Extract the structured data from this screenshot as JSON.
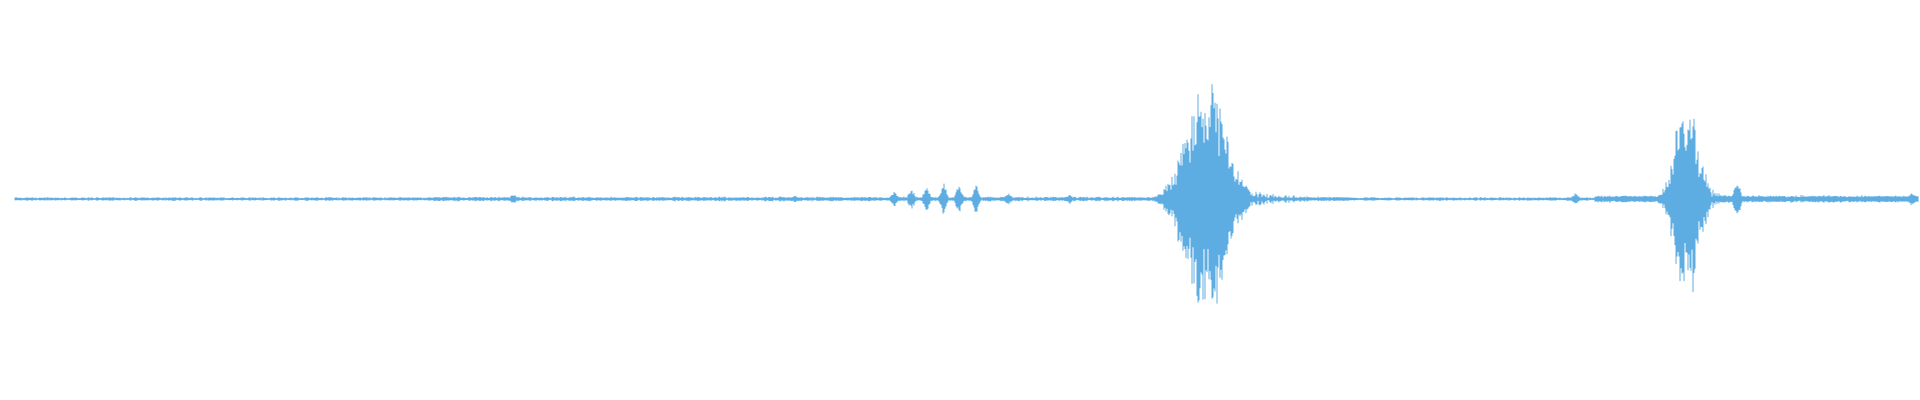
{
  "waveform": {
    "color": "#5DADE2",
    "background": "#FFFFFF",
    "bursts": [
      {
        "name": "burst-1",
        "center_fraction": 0.625,
        "peak_amplitude": 0.7,
        "spread_fraction": 0.02
      },
      {
        "name": "burst-2",
        "center_fraction": 0.878,
        "peak_amplitude": 0.55,
        "spread_fraction": 0.012
      }
    ],
    "minor_peaks": [
      {
        "center_fraction": 0.262,
        "amplitude": 0.03
      },
      {
        "center_fraction": 0.41,
        "amplitude": 0.02
      },
      {
        "center_fraction": 0.462,
        "amplitude": 0.05
      },
      {
        "center_fraction": 0.471,
        "amplitude": 0.07
      },
      {
        "center_fraction": 0.479,
        "amplitude": 0.08
      },
      {
        "center_fraction": 0.488,
        "amplitude": 0.09
      },
      {
        "center_fraction": 0.496,
        "amplitude": 0.09
      },
      {
        "center_fraction": 0.505,
        "amplitude": 0.09
      },
      {
        "center_fraction": 0.522,
        "amplitude": 0.04
      },
      {
        "center_fraction": 0.554,
        "amplitude": 0.03
      },
      {
        "center_fraction": 0.82,
        "amplitude": 0.04
      },
      {
        "center_fraction": 0.905,
        "amplitude": 0.14
      },
      {
        "center_fraction": 0.997,
        "amplitude": 0.05
      }
    ]
  }
}
